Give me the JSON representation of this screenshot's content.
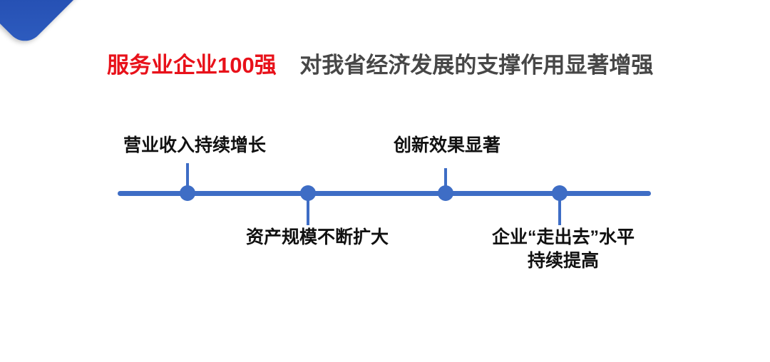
{
  "slide": {
    "title": {
      "highlight": "服务业企业100强",
      "rest": "对我省经济发展的支撑作用显著增强"
    },
    "timeline": {
      "points": [
        {
          "label": "营业收入持续增长",
          "side": "above"
        },
        {
          "label": "资产规模不断扩大",
          "side": "below"
        },
        {
          "label": "创新效果显著",
          "side": "above"
        },
        {
          "label": "企业“走出去”水平\n持续提高",
          "side": "below"
        }
      ]
    },
    "colors": {
      "accent_blue": "#3e6dc5",
      "corner_gradient_dark": "#16379b",
      "corner_gradient_light": "#2e5dc0",
      "title_red": "#e8111a",
      "title_dark_gray": "#474747",
      "label_black": "#111111",
      "background": "#ffffff"
    }
  }
}
